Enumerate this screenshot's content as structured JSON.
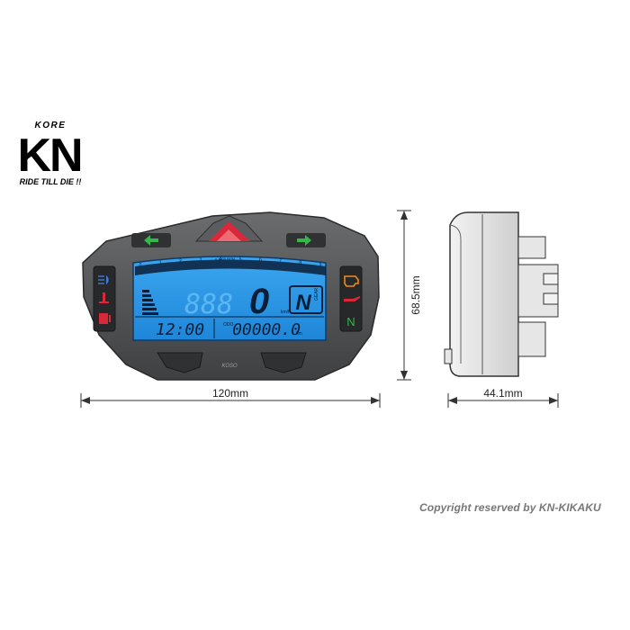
{
  "brand": {
    "logo_top": "KORE",
    "logo_main": "KN",
    "slogan": "RIDE TILL DIE !!"
  },
  "dimensions": {
    "width": "120mm",
    "height": "68.5mm",
    "depth": "44.1mm"
  },
  "meter": {
    "rpm_unit": "x 1000 RPM",
    "rpm_ticks": [
      "0",
      "1",
      "2",
      "3",
      "4",
      "5",
      "6",
      "7",
      "8",
      "9"
    ],
    "clock": "12:00",
    "speed": "0",
    "speed_unit": "km/h",
    "gear": "N",
    "gear_label": "GEAR",
    "odo_label": "ODO",
    "odometer": "00000.0",
    "odo_unit": "km",
    "faint_digits": "888",
    "brand_mark": "KOSO"
  },
  "indicators": {
    "neutral": "N"
  },
  "colors": {
    "lcd": "#2f9ae8",
    "body": "#555759",
    "arrow": "#35b84a",
    "red_lamp": "#e02b3a"
  },
  "copyright": "Copyright reserved by KN-KIKAKU"
}
